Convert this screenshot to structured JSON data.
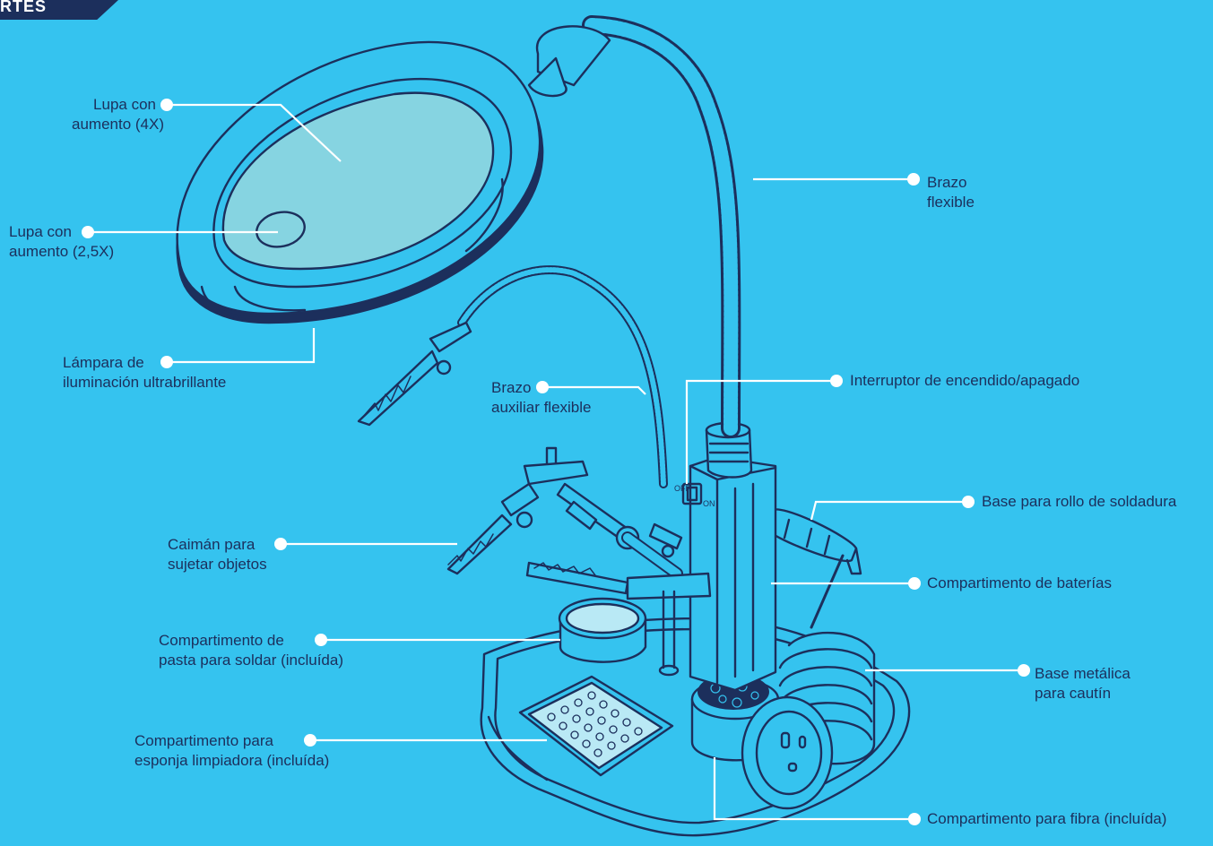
{
  "colors": {
    "background": "#35c3ef",
    "ink": "#1c2f5c",
    "leader": "#ffffff",
    "glass": "#86d4e1",
    "tab": "#1c2f5c"
  },
  "corner_tab": {
    "text": "RTES"
  },
  "labels": {
    "lupa4x": {
      "line1": "Lupa con",
      "line2": "aumento (4X)"
    },
    "lupa25x": {
      "line1": "Lupa con",
      "line2": "aumento (2,5X)"
    },
    "lampara": {
      "line1": "Lámpara de",
      "line2": "iluminación ultrabrillante"
    },
    "brazo_aux": {
      "line1": "Brazo",
      "line2": "auxiliar flexible"
    },
    "caiman": {
      "line1": "Caimán para",
      "line2": "sujetar objetos"
    },
    "pasta": {
      "line1": "Compartimento de",
      "line2": "pasta para soldar (incluída)"
    },
    "esponja": {
      "line1": "Compartimento para",
      "line2": "esponja limpiadora (incluída)"
    },
    "brazo_flex": {
      "line1": "Brazo",
      "line2": "flexible"
    },
    "interruptor": {
      "line1": "Interruptor de encendido/apagado"
    },
    "rollo": {
      "line1": "Base para rollo de soldadura"
    },
    "baterias": {
      "line1": "Compartimento de baterías"
    },
    "cautin": {
      "line1": "Base metálica",
      "line2": "para cautín"
    },
    "fibra": {
      "line1": "Compartimento para fibra (incluída)"
    }
  },
  "switch": {
    "off": "OFF",
    "on": "ON"
  }
}
